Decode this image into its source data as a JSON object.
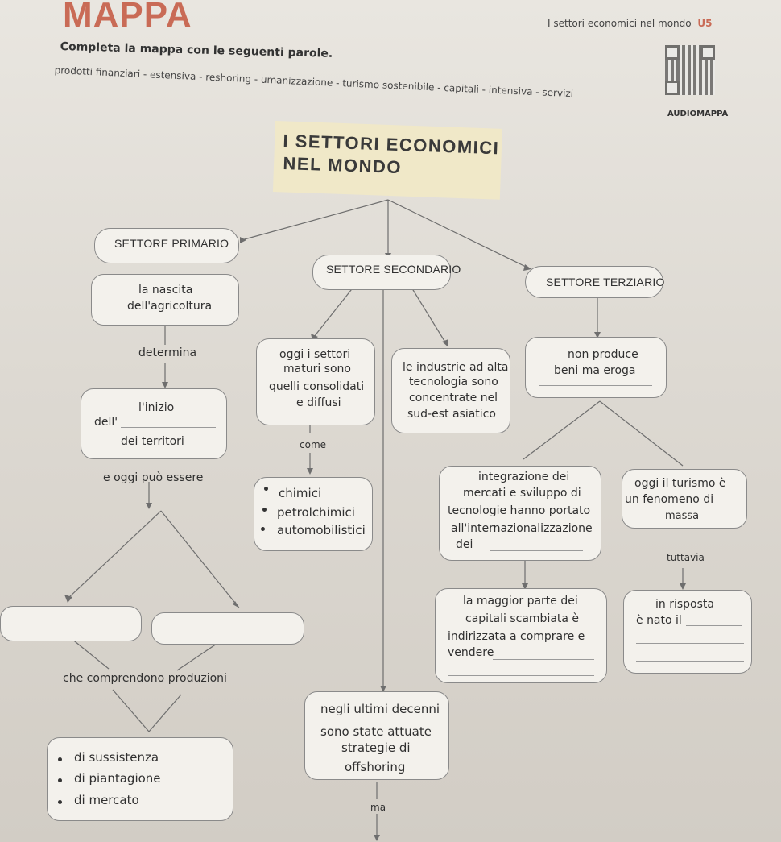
{
  "header": {
    "logo": "MAPPA",
    "section": "I settori economici nel mondo",
    "unit_badge": "U5",
    "audio_label": "AUDIOMAPPA"
  },
  "instructions": {
    "title": "Completa la mappa con le seguenti parole.",
    "words": "prodotti finanziari - estensiva - reshoring - umanizzazione - turismo sostenibile - capitali - intensiva - servizi"
  },
  "map_title": {
    "line1": "I SETTORI ECONOMICI",
    "line2": "NEL MONDO"
  },
  "primary": {
    "header": "SETTORE PRIMARIO",
    "box1": [
      "la nascita",
      "dell'agricoltura"
    ],
    "link1": "determina",
    "box2_line1": "l'inizio",
    "box2_line2": "dell'",
    "box2_line3": "dei territori",
    "link2": "e oggi può essere",
    "link3": "che comprendono produzioni",
    "list": [
      "di sussistenza",
      "di piantagione",
      "di mercato"
    ]
  },
  "secondary": {
    "header": "SETTORE SECONDARIO",
    "box_left": [
      "oggi i settori",
      "maturi sono",
      "quelli consolidati",
      "e diffusi"
    ],
    "box_right": [
      "le industrie ad alta",
      "tecnologia sono",
      "concentrate nel",
      "sud-est asiatico"
    ],
    "link_come": "come",
    "list": [
      "chimici",
      "petrolchimici",
      "automobilistici"
    ],
    "box_decades": [
      "negli ultimi decenni",
      "sono state attuate",
      "strategie di",
      "offshoring"
    ],
    "link_ma": "ma"
  },
  "tertiary": {
    "header": "SETTORE TERZIARIO",
    "box1": [
      "non produce",
      "beni ma eroga"
    ],
    "box_integration": [
      "integrazione dei",
      "mercati e sviluppo di",
      "tecnologie hanno portato",
      "all'internazionalizzazione",
      "dei"
    ],
    "box_tourism": [
      "oggi il turismo è",
      "un fenomeno di",
      "massa"
    ],
    "link_tuttavia": "tuttavia",
    "box_capitals": [
      "la maggior parte dei",
      "capitali scambiata è",
      "indirizzata a comprare e",
      "vendere"
    ],
    "box_response": [
      "in risposta",
      "è nato il"
    ]
  }
}
